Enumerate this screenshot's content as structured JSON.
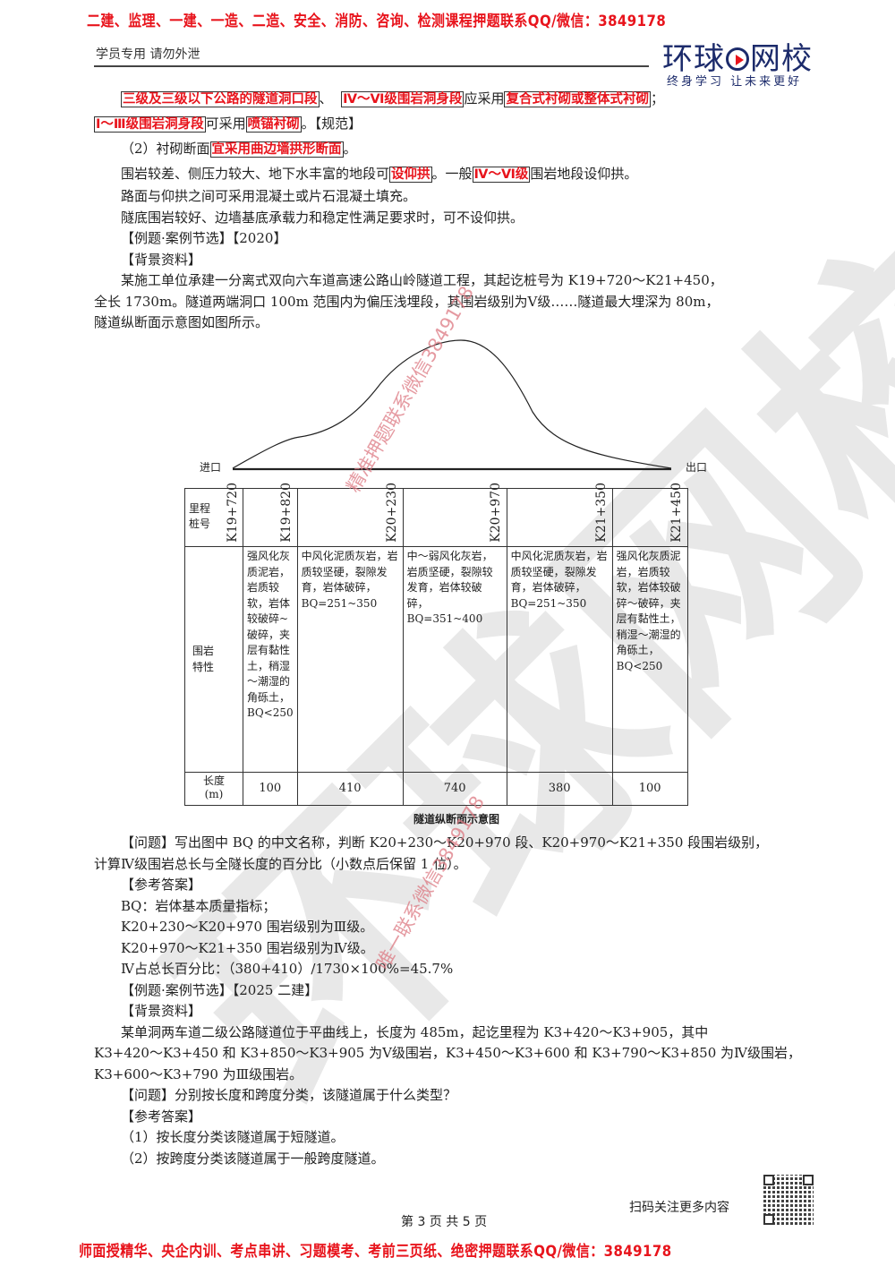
{
  "top_banner": "二建、监理、一建、一造、二造、安全、消防、咨询、检测课程押题联系QQ/微信：3849178",
  "header": {
    "left_text": "学员专用 请勿外泄",
    "logo_text_1": "环球",
    "logo_text_2": "网校",
    "logo_slogan": "终身学习 让未来更好"
  },
  "watermarks": {
    "red_1": "精准押题联系微信3849178",
    "red_2": "唯一联系微信3849178",
    "grey_logo": "环球网校"
  },
  "section1": {
    "line1": {
      "b1": "三级及三级以下公路的隧道洞口段",
      "t1": "、",
      "b2": "Ⅳ～Ⅵ级围岩洞身段",
      "t2": "应采用",
      "b3": "复合式衬砌或整体式衬砌",
      "t3": "；"
    },
    "line2": {
      "b1": "Ⅰ～Ⅲ级围岩洞身段",
      "t1": "可采用",
      "b2": "喷锚衬砌",
      "t2": "。【规范】"
    },
    "line3": {
      "t1": "（2）衬砌断面",
      "b1": "宜采用曲边墙拱形断面",
      "t2": "。"
    },
    "line4": {
      "t1": "围岩较差、侧压力较大、地下水丰富的地段可",
      "b1": "设仰拱",
      "t2": "。一般",
      "b2": "Ⅳ～Ⅵ级",
      "t3": "围岩地段设仰拱。"
    },
    "line5": "路面与仰拱之间可采用混凝土或片石混凝土填充。",
    "line6": "隧底围岩较好、边墙基底承载力和稳定性满足要求时，可不设仰拱。"
  },
  "example1": {
    "title": "【例题·案例节选】【2020】",
    "bg_label": "【背景资料】",
    "bg_line1": "某施工单位承建一分离式双向六车道高速公路山岭隧道工程，其起讫桩号为 K19+720～K21+450，",
    "bg_line2": "全长 1730m。隧道两端洞口 100m 范围内为偏压浅埋段，其围岩级别为Ⅴ级……隧道最大埋深为 80m，",
    "bg_line3": "隧道纵断面示意图如图所示。",
    "figure": {
      "entrance_label": "进口",
      "exit_label": "出口",
      "caption": "隧道纵断面示意图",
      "row_header_station": "里程\n桩号",
      "row_header_rock": "围岩\n特性",
      "row_header_length": "长度\n(m)",
      "stations": [
        "K19+720",
        "K19+820",
        "K20+230",
        "K20+970",
        "K21+350",
        "K21+450"
      ],
      "rock_descriptions": [
        "强风化灰质泥岩，岩质较软，岩体较破碎~破碎，夹层有黏性土，稍湿～潮湿的角砾土，BQ<250",
        "中风化泥质灰岩，岩质较坚硬，裂隙发育，岩体破碎，BQ=251~350",
        "中～弱风化灰岩，岩质坚硬，裂隙较发育，岩体较破碎，BQ=351~400",
        "中风化泥质灰岩，岩质较坚硬，裂隙发育，岩体破碎，BQ=251~350",
        "强风化灰质泥岩，岩质较软，岩体较破碎～破碎，夹层有黏性土，稍湿～潮湿的角砾土，BQ<250"
      ],
      "lengths": [
        "100",
        "410",
        "740",
        "380",
        "100"
      ]
    },
    "question_line1": "【问题】写出图中 BQ 的中文名称，判断 K20+230～K20+970 段、K20+970～K21+350 段围岩级别，",
    "question_line2": "计算Ⅳ级围岩总长与全隧长度的百分比（小数点后保留 1 位）。",
    "answer_label": "【参考答案】",
    "answers": [
      "BQ：岩体基本质量指标；",
      "K20+230～K20+970 围岩级别为Ⅲ级。",
      "K20+970～K21+350 围岩级别为Ⅳ级。",
      "Ⅳ占总长百分比：（380+410）/1730×100%=45.7%"
    ]
  },
  "example2": {
    "title": "【例题·案例节选】【2025 二建】",
    "bg_label": "【背景资料】",
    "bg_line1": "某单洞两车道二级公路隧道位于平曲线上，长度为 485m，起讫里程为 K3+420～K3+905，其中",
    "bg_line2": "K3+420～K3+450 和 K3+850～K3+905 为Ⅴ级围岩，K3+450～K3+600 和 K3+790～K3+850 为Ⅳ级围岩，",
    "bg_line3": "K3+600～K3+790 为Ⅲ级围岩。",
    "question": "【问题】分别按长度和跨度分类，该隧道属于什么类型？",
    "answer_label": "【参考答案】",
    "answers": [
      "（1）按长度分类该隧道属于短隧道。",
      "（2）按跨度分类该隧道属于一般跨度隧道。"
    ]
  },
  "footer": {
    "qr_caption": "扫码关注更多内容",
    "page_info": "第 3 页 共 5 页",
    "bottom_banner": "师面授精华、央企内训、考点串讲、习题模考、考前三页纸、绝密押题联系QQ/微信：3849178"
  },
  "colors": {
    "banner_red": "#e8141c",
    "logo_navy": "#1c2b6b",
    "watermark_grey": "#bebebe",
    "watermark_pink": "#dc7882"
  }
}
